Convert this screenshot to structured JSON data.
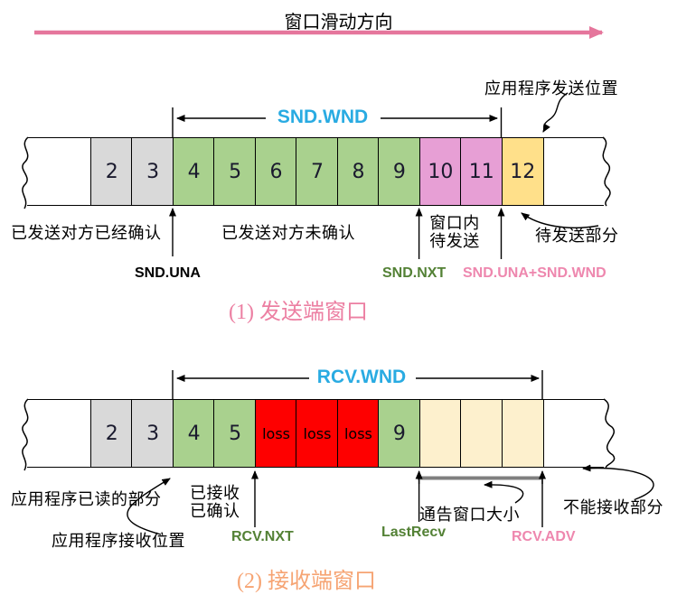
{
  "header": {
    "title": "窗口滑动方向"
  },
  "sender": {
    "window_label": "SND.WND",
    "app_send_label": "应用程序发送位置",
    "cells": [
      {
        "label": "2",
        "color": "#d9d9d9"
      },
      {
        "label": "3",
        "color": "#d9d9d9"
      },
      {
        "label": "4",
        "color": "#a9d18e"
      },
      {
        "label": "5",
        "color": "#a9d18e"
      },
      {
        "label": "6",
        "color": "#a9d18e"
      },
      {
        "label": "7",
        "color": "#a9d18e"
      },
      {
        "label": "8",
        "color": "#a9d18e"
      },
      {
        "label": "9",
        "color": "#a9d18e"
      },
      {
        "label": "10",
        "color": "#e79fd5"
      },
      {
        "label": "11",
        "color": "#e79fd5"
      },
      {
        "label": "12",
        "color": "#ffe08a"
      }
    ],
    "ack_label": "已发送对方已经确认",
    "unack_label": "已发送对方未确认",
    "in_window_line1": "窗口内",
    "in_window_line2": "待发送",
    "pending_label": "待发送部分",
    "snd_una": "SND.UNA",
    "snd_nxt": "SND.NXT",
    "snd_una_wnd": "SND.UNA+SND.WND",
    "caption": "(1) 发送端窗口"
  },
  "receiver": {
    "window_label": "RCV.WND",
    "cells": [
      {
        "label": "2",
        "color": "#d9d9d9"
      },
      {
        "label": "3",
        "color": "#d9d9d9"
      },
      {
        "label": "4",
        "color": "#a9d18e"
      },
      {
        "label": "5",
        "color": "#a9d18e"
      },
      {
        "label": "loss",
        "color": "#fe0000"
      },
      {
        "label": "loss",
        "color": "#fe0000"
      },
      {
        "label": "loss",
        "color": "#fe0000"
      },
      {
        "label": "9",
        "color": "#a9d18e"
      },
      {
        "label": "",
        "color": "#fdf0cd"
      },
      {
        "label": "",
        "color": "#fdf0cd"
      },
      {
        "label": "",
        "color": "#fdf0cd"
      }
    ],
    "read_label": "应用程序已读的部分",
    "recv_pos_label": "应用程序接收位置",
    "received_line1": "已接收",
    "received_line2": "已确认",
    "rcv_nxt": "RCV.NXT",
    "adv_window_label": "通告窗口大小",
    "last_recv": "LastRecv",
    "rcv_adv": "RCV.ADV",
    "cannot_recv_label": "不能接收部分",
    "caption": "(2) 接收端窗口"
  },
  "colors": {
    "slide_arrow": "#e5769c",
    "wnd_label": "#29abe2",
    "green_label": "#538135",
    "pink_label": "#ee87ae",
    "caption1": "#ec7fa2",
    "caption2": "#f6a473",
    "adv_bar": "#7f7f7f"
  }
}
